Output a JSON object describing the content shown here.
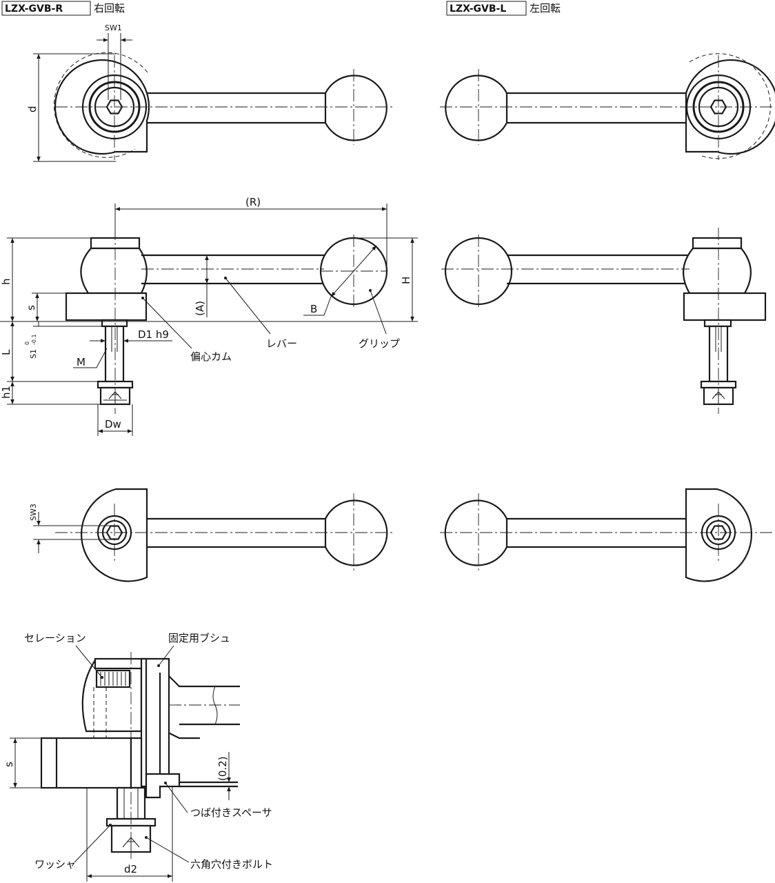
{
  "views": {
    "right": {
      "model": "LZX-GVB-R",
      "rotation": "右回転"
    },
    "left": {
      "model": "LZX-GVB-L",
      "rotation": "左回転"
    }
  },
  "dimensions": {
    "sw1": "SW1",
    "d": "d",
    "R": "(R)",
    "H": "H",
    "h": "h",
    "s": "s",
    "A": "(A)",
    "B": "B",
    "D1": "D1 h9",
    "S1": "S1",
    "S1_tol_upper": "0",
    "S1_tol_lower": "-0.1",
    "L": "L",
    "M": "M",
    "h1": "h1",
    "Dw": "Dw",
    "sw3": "SW3",
    "s_detail": "s",
    "gap": "(0.2)",
    "d2": "d2"
  },
  "parts": {
    "cam": "偏心カム",
    "lever": "レバー",
    "grip": "グリップ",
    "serration": "セレーション",
    "bush": "固定用ブシュ",
    "spacer": "つば付きスペーサ",
    "washer": "ワッシャ",
    "bolt": "六角穴付きボルト"
  }
}
